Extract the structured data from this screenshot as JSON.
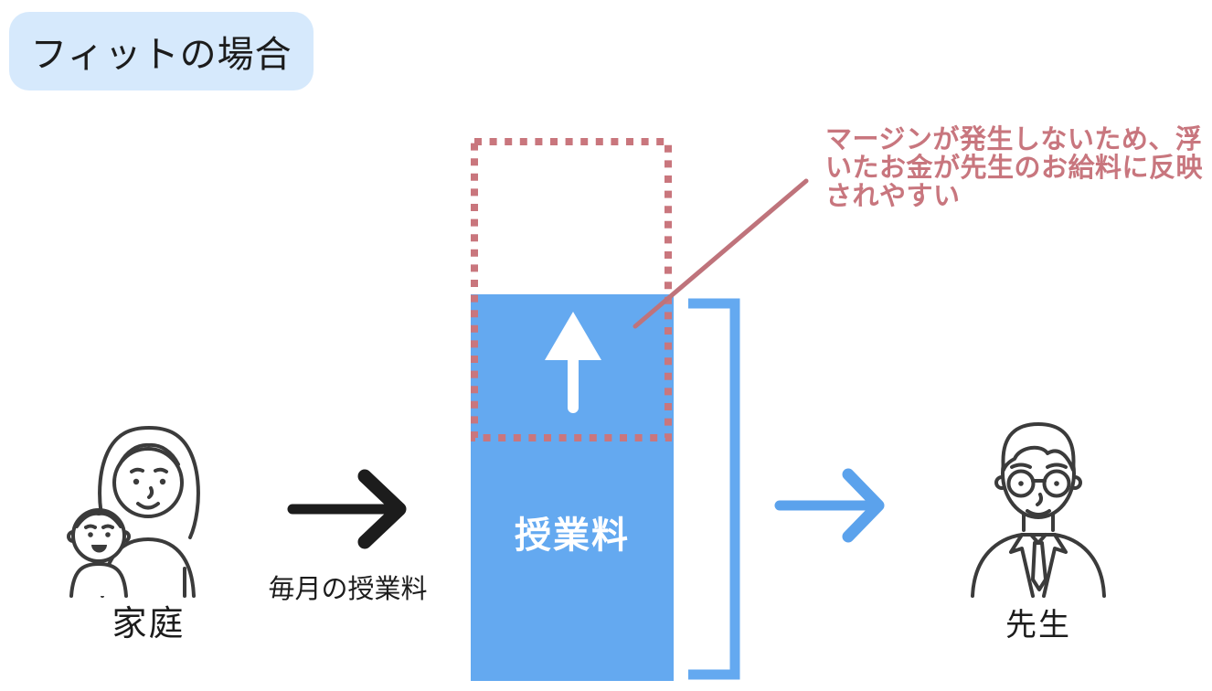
{
  "badge": {
    "label": "フィットの場合"
  },
  "family": {
    "label": "家庭"
  },
  "teacher": {
    "label": "先生"
  },
  "payment_arrow": {
    "label": "毎月の授業料"
  },
  "tuition_bar": {
    "label": "授業料"
  },
  "annotation": {
    "lines": [
      "マージンが発生しないため、浮",
      "いたお金が先生のお給料に反映",
      "されやすい"
    ]
  },
  "colors": {
    "badge_bg": "#d6e9fc",
    "bar_blue": "#64a9f0",
    "arrow_blue": "#5ba2ec",
    "accent_pink": "#c8767e",
    "dash_pink": "#c9767d",
    "leader_pink": "#bf737b",
    "text_black": "#1c1c1c",
    "illustration_stroke": "#3b3b3b"
  }
}
